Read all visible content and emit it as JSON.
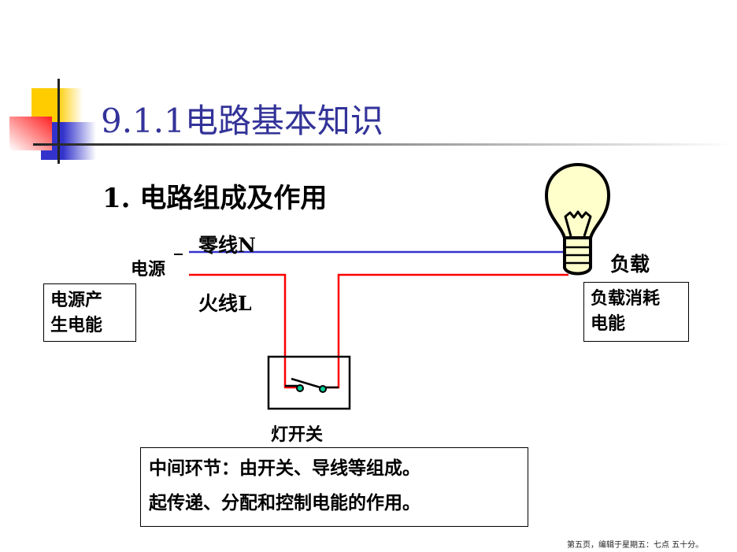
{
  "title": "9.1.1电路基本知识",
  "subtitle": "1.  电路组成及作用",
  "labels": {
    "neutral": "零线N",
    "live": "火线L",
    "source": "电源",
    "load": "负载",
    "switch": "灯开关"
  },
  "boxes": {
    "source_line1": "电源产",
    "source_line2": "生电能",
    "load_line1": "负载消耗",
    "load_line2": "电能",
    "middle_line1": "中间环节：由开关、导线等组成。",
    "middle_line2": "起传递、分配和控制电能的作用。"
  },
  "footer": "第五页，编辑于星期五：七点 五十分。",
  "colors": {
    "title": "#333399",
    "neutral_wire": "#3333cc",
    "live_wire": "#ff0000",
    "bulb": "#ffffcc"
  }
}
